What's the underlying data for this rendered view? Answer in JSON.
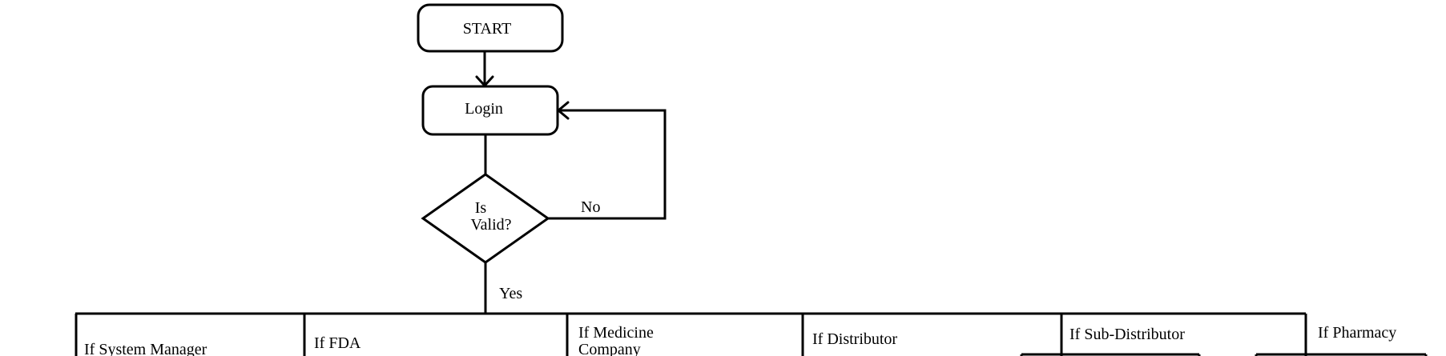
{
  "nodes": {
    "start": "START",
    "login": "Login",
    "decision_line1": "Is",
    "decision_line2": "Valid?"
  },
  "edges": {
    "no_label": "No",
    "yes_label": "Yes"
  },
  "roles": [
    {
      "line1": "If System Manager",
      "line2": ""
    },
    {
      "line1": "If FDA",
      "line2": ""
    },
    {
      "line1": "If Medicine",
      "line2": "Company"
    },
    {
      "line1": "If Distributor",
      "line2": ""
    },
    {
      "line1": "If Sub-Distributor",
      "line2": ""
    },
    {
      "line1": "If Pharmacy",
      "line2": ""
    }
  ]
}
